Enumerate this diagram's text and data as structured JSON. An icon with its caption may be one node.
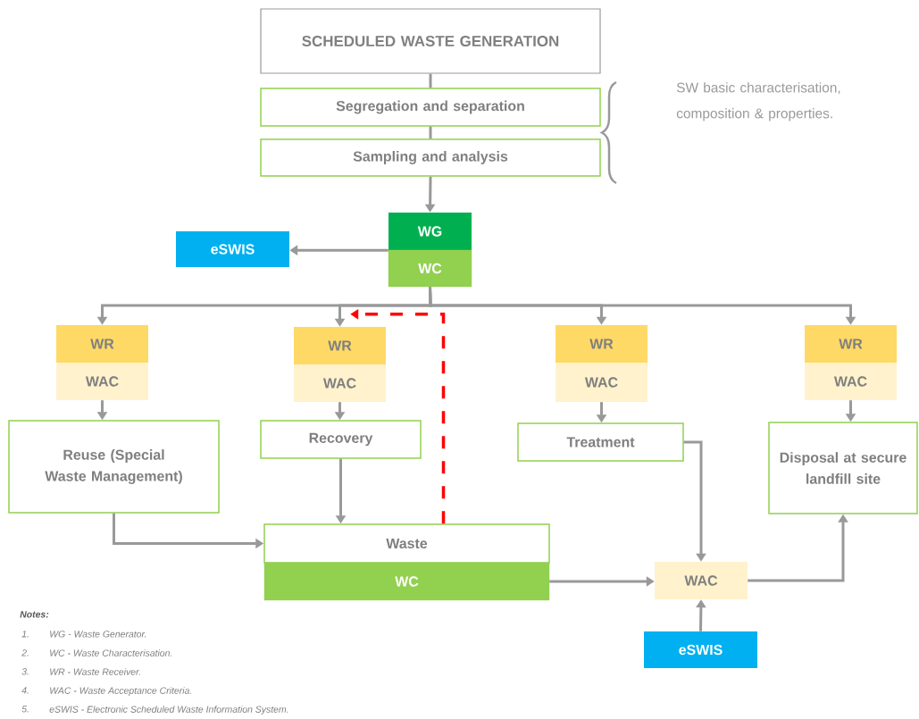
{
  "diagram": {
    "nodes": [
      {
        "text": [
          "SCHEDULED WASTE GENERATION"
        ]
      },
      {
        "text": [
          "Segregation and separation"
        ]
      },
      {
        "text": [
          "Sampling and analysis"
        ]
      },
      {
        "text": [
          "WG"
        ]
      },
      {
        "text": [
          "WC"
        ]
      },
      {
        "text": [
          "eSWIS"
        ]
      },
      {
        "text": [
          "WR"
        ]
      },
      {
        "text": [
          "WAC"
        ]
      },
      {
        "text": [
          "WR"
        ]
      },
      {
        "text": [
          "WAC"
        ]
      },
      {
        "text": [
          "WR"
        ]
      },
      {
        "text": [
          "WAC"
        ]
      },
      {
        "text": [
          "WR"
        ]
      },
      {
        "text": [
          "WAC"
        ]
      },
      {
        "text": [
          "Reuse (Special Waste Management)"
        ]
      },
      {
        "text": [
          "Recovery"
        ]
      },
      {
        "text": [
          "Treatment"
        ]
      },
      {
        "text": [
          "Disposal at secure landfill site"
        ]
      },
      {
        "text": [
          "Waste"
        ]
      },
      {
        "text": [
          "WC"
        ]
      },
      {
        "text": [
          "WAC"
        ]
      },
      {
        "text": [
          "eSWIS"
        ]
      }
    ],
    "edges": [
      {
        "from": 0,
        "to": 1,
        "arrow": "none"
      },
      {
        "from": 1,
        "to": 2,
        "arrow": "none"
      },
      {
        "from": 2,
        "to": 3,
        "arrow": "to"
      },
      {
        "from": 3,
        "to": 5,
        "arrow": "to"
      },
      {
        "from": 4,
        "to": 6,
        "arrow": "to"
      },
      {
        "from": 4,
        "to": 8,
        "arrow": "to"
      },
      {
        "from": 4,
        "to": 10,
        "arrow": "to"
      },
      {
        "from": 4,
        "to": 12,
        "arrow": "to"
      },
      {
        "from": 7,
        "to": 14,
        "arrow": "to"
      },
      {
        "from": 9,
        "to": 15,
        "arrow": "to"
      },
      {
        "from": 11,
        "to": 16,
        "arrow": "to"
      },
      {
        "from": 13,
        "to": 17,
        "arrow": "to"
      },
      {
        "from": 14,
        "to": 18,
        "arrow": "to"
      },
      {
        "from": 15,
        "to": 18,
        "arrow": "to"
      },
      {
        "from": 18,
        "to": 8,
        "arrow": "to",
        "style": "dashed",
        "color": "#ff0000"
      },
      {
        "from": 19,
        "to": 20,
        "arrow": "to"
      },
      {
        "from": 16,
        "to": 20,
        "arrow": "to"
      },
      {
        "from": 21,
        "to": 20,
        "arrow": "to"
      },
      {
        "from": 20,
        "to": 17,
        "arrow": "to"
      }
    ],
    "labels": [
      "SW basic characterisation, composition & properties.",
      "Notes:",
      "1.",
      "WG - Waste Generator.",
      "2.",
      "WC - Waste Characterisation.",
      "3.",
      "WR - Waste Receiver.",
      "4.",
      "WAC - Waste Acceptance Criteria.",
      "5.",
      "eSWIS - Electronic Scheduled Waste Information System."
    ]
  }
}
